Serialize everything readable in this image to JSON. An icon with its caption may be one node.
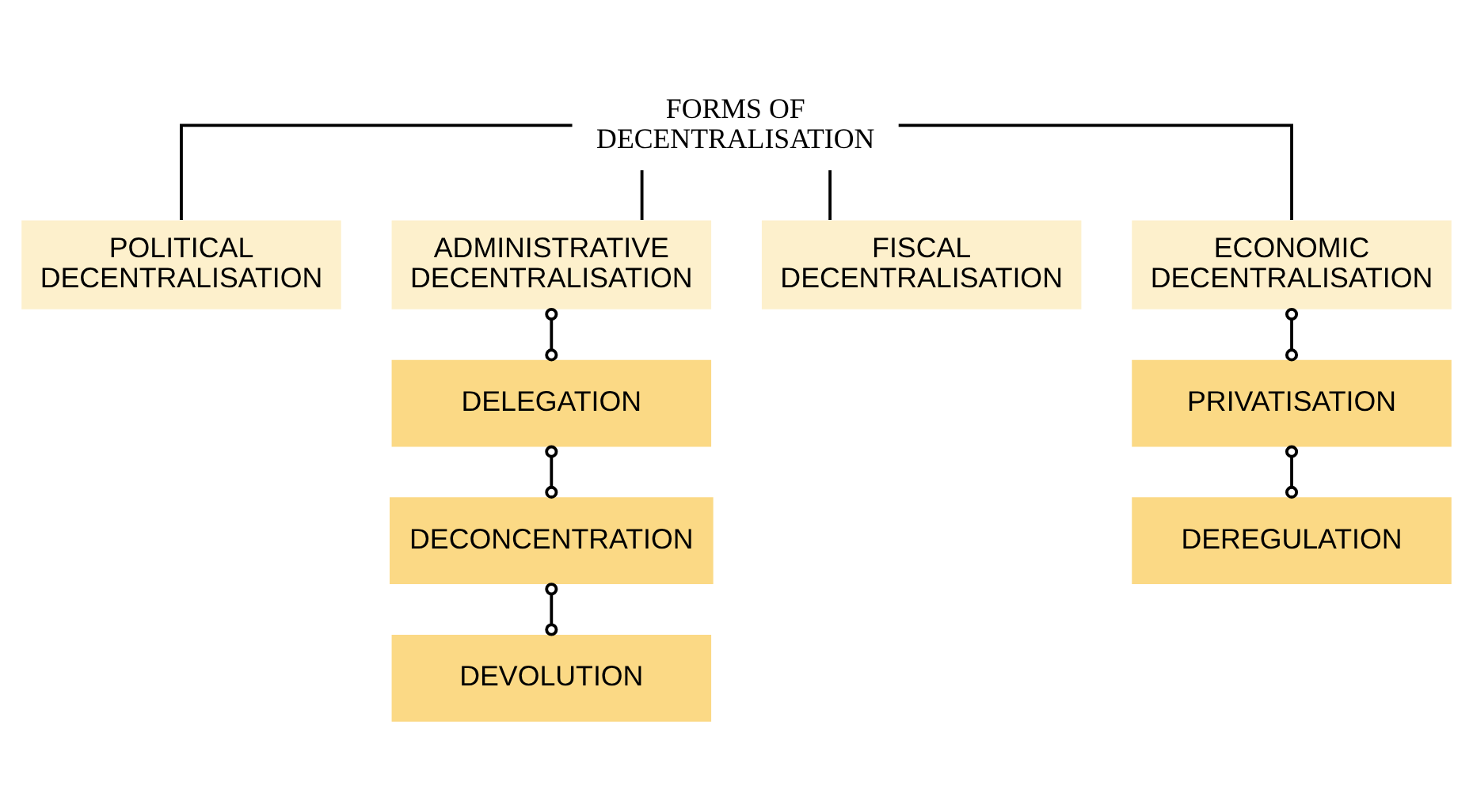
{
  "diagram": {
    "nodes": [
      {
        "text": [
          "FORMS OF DECENTRALISATION"
        ]
      },
      {
        "text": [
          "POLITICAL DECENTRALISATION"
        ]
      },
      {
        "text": [
          "ADMINISTRATIVE DECENTRALISATION"
        ]
      },
      {
        "text": [
          "FISCAL DECENTRALISATION"
        ]
      },
      {
        "text": [
          "ECONOMIC DECENTRALISATION"
        ]
      },
      {
        "text": [
          "DELEGATION"
        ]
      },
      {
        "text": [
          "DECONCENTRATION"
        ]
      },
      {
        "text": [
          "DEVOLUTION"
        ]
      },
      {
        "text": [
          "PRIVATISATION"
        ]
      },
      {
        "text": [
          "DEREGULATION"
        ]
      }
    ],
    "edges": [
      {
        "from": 0,
        "to": 1,
        "arrow": "none"
      },
      {
        "from": 0,
        "to": 2,
        "arrow": "none"
      },
      {
        "from": 0,
        "to": 3,
        "arrow": "none"
      },
      {
        "from": 0,
        "to": 4,
        "arrow": "none"
      },
      {
        "from": 2,
        "to": 5,
        "arrow": "other"
      },
      {
        "from": 5,
        "to": 6,
        "arrow": "other"
      },
      {
        "from": 6,
        "to": 7,
        "arrow": "other"
      },
      {
        "from": 4,
        "to": 8,
        "arrow": "other"
      },
      {
        "from": 8,
        "to": 9,
        "arrow": "other"
      }
    ]
  }
}
